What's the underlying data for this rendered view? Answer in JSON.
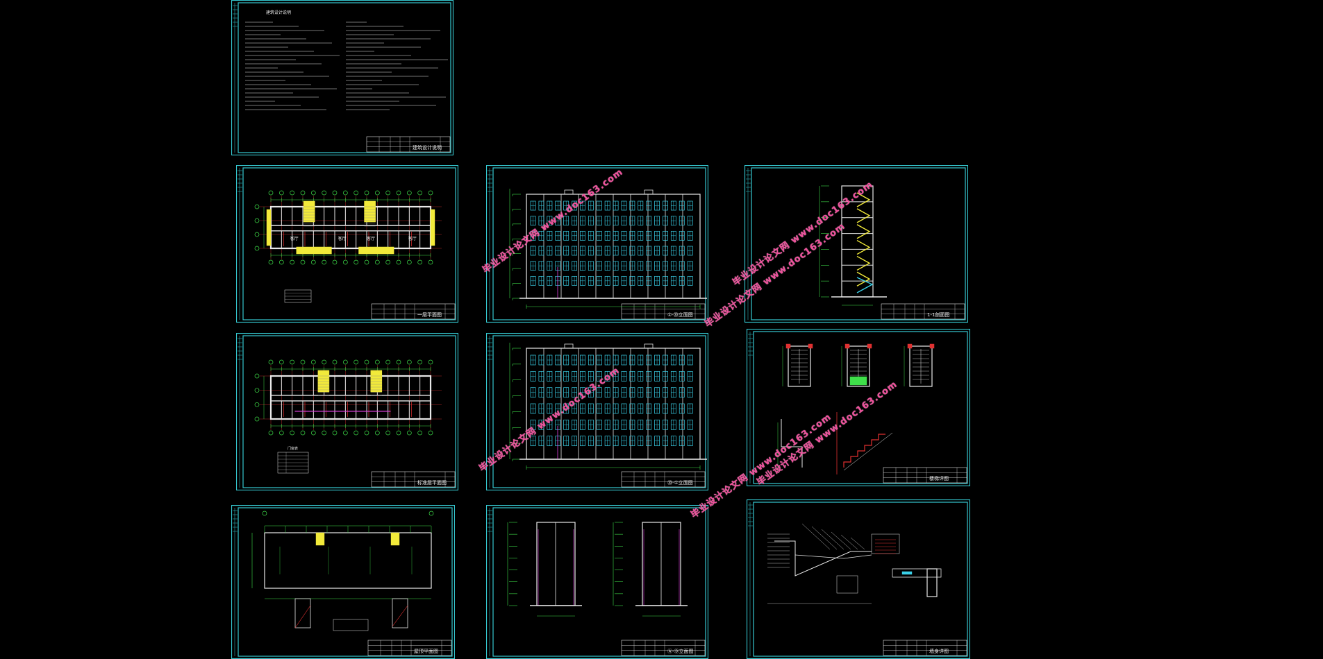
{
  "sheets": [
    {
      "id": "design-notes",
      "title": "建筑设计说明"
    },
    {
      "id": "plan-1",
      "title": "一层平面图",
      "rooms": [
        "客厅",
        "客厅",
        "客厅",
        "客厅"
      ]
    },
    {
      "id": "elev-1",
      "title": "①-⑳立面图"
    },
    {
      "id": "section",
      "title": "1-1剖面图"
    },
    {
      "id": "plan-std",
      "title": "标准层平面图",
      "table_title": "门窗表"
    },
    {
      "id": "elev-2",
      "title": "⑳-①立面图"
    },
    {
      "id": "stair-detail",
      "title": "楼梯详图"
    },
    {
      "id": "roof-plan",
      "title": "屋顶平面图"
    },
    {
      "id": "side-elev",
      "title": "Ⓐ-Ⓓ立面图"
    },
    {
      "id": "wall-detail",
      "title": "墙身详图"
    }
  ],
  "watermark": {
    "line1": "毕业设计论文网",
    "line2": "www.doc163.com"
  },
  "colors": {
    "frame": "#35c8d0",
    "dim": "#3fe04a",
    "wall": "#e8e8e8",
    "axis": "#e03030",
    "highlight": "#f2ea3a",
    "window": "#3ad0e8",
    "magenta": "#e040e0",
    "watermark": "#f0509c"
  }
}
